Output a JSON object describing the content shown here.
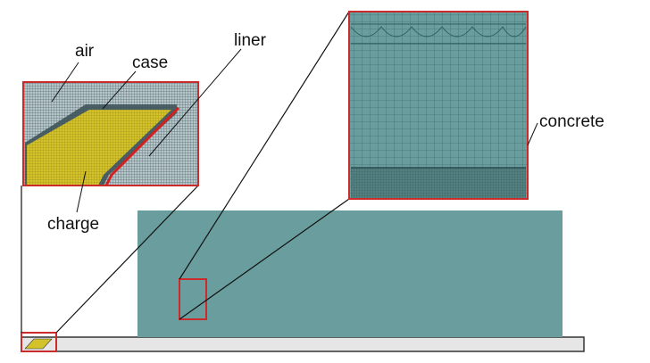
{
  "labels": {
    "air": "air",
    "case": "case",
    "liner": "liner",
    "charge": "charge",
    "concrete": "concrete"
  },
  "colors": {
    "concrete": "#6a9e9e",
    "concrete_mesh_coarse": "#4f8585",
    "concrete_mesh_fine": "#2f5f5f",
    "air_mesh": "#4e6b72",
    "charge": "#d4c22a",
    "charge_mesh": "#8a7d16",
    "case": "#3a4f55",
    "liner": "#d22020",
    "highlight_box": "#cc2b2b",
    "ground": "#e6e6e6",
    "ground_border": "#333333",
    "leader_line": "#111111"
  }
}
